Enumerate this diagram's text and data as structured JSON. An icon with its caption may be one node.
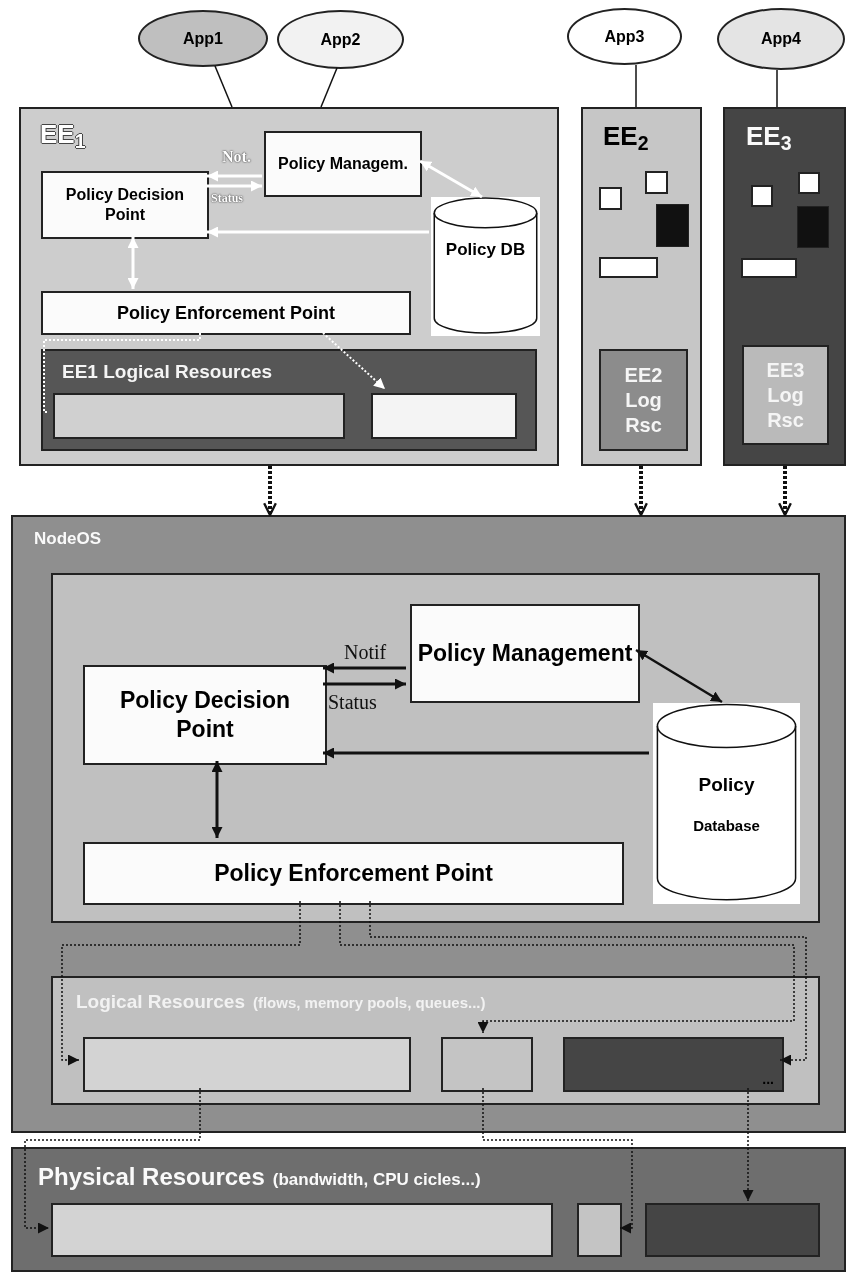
{
  "diagram": {
    "nodes": [
      {
        "text": [
          "App1"
        ]
      },
      {
        "text": [
          "App2"
        ]
      },
      {
        "text": [
          "App3"
        ]
      },
      {
        "text": [
          "App4"
        ]
      },
      {
        "text": [
          "EE$_{1}$"
        ]
      },
      {
        "text": [
          "Policy Managem."
        ],
        "in": 4
      },
      {
        "text": [
          "Policy Decision Point"
        ],
        "in": 4
      },
      {
        "text": [
          "Policy DB"
        ],
        "in": 4
      },
      {
        "text": [
          "Policy Enforcement Point"
        ],
        "in": 4
      },
      {
        "text": [
          "EE1 Logical Resources"
        ],
        "in": 4
      },
      {
        "text": [],
        "shape": "box",
        "in": 9
      },
      {
        "text": [],
        "shape": "box",
        "in": 9
      },
      {
        "text": [
          "EE$_{2}$"
        ]
      },
      {
        "text": [],
        "shape": "box",
        "in": 12
      },
      {
        "text": [],
        "shape": "box",
        "in": 12
      },
      {
        "text": [],
        "shape": "box",
        "in": 12
      },
      {
        "text": [],
        "shape": "box",
        "in": 12
      },
      {
        "text": [
          "EE2 Log Rsc"
        ],
        "in": 12
      },
      {
        "text": [
          "EE$_{3}$"
        ]
      },
      {
        "text": [],
        "shape": "box",
        "in": 18
      },
      {
        "text": [],
        "shape": "box",
        "in": 18
      },
      {
        "text": [],
        "shape": "box",
        "in": 18
      },
      {
        "text": [],
        "shape": "box",
        "in": 18
      },
      {
        "text": [
          "EE3 Log Rsc"
        ],
        "in": 18
      },
      {
        "text": [
          "NodeOS"
        ]
      },
      {
        "text": [],
        "shape": "box",
        "in": 24
      },
      {
        "text": [
          "Policy Management"
        ],
        "in": 25
      },
      {
        "text": [
          "Policy Decision Point"
        ],
        "in": 25
      },
      {
        "text": [
          "Policy",
          "Database"
        ],
        "in": 25
      },
      {
        "text": [
          "Policy Enforcement Point"
        ],
        "in": 25
      },
      {
        "text": [
          "Logical Resources",
          "(flows, memory pools, queues...)"
        ],
        "in": 24
      },
      {
        "text": [],
        "shape": "box",
        "in": 30
      },
      {
        "text": [],
        "shape": "box",
        "in": 30
      },
      {
        "text": [
          "..."
        ],
        "in": 30
      },
      {
        "text": [
          "Physical Resources",
          "(bandwidth, CPU cicles...)"
        ]
      },
      {
        "text": [],
        "shape": "box",
        "in": 34
      },
      {
        "text": [],
        "shape": "box",
        "in": 34
      },
      {
        "text": [],
        "shape": "box",
        "in": 34
      }
    ],
    "edges": [
      {
        "from": 0,
        "to": 4,
        "arrow": "none"
      },
      {
        "from": 1,
        "to": 4,
        "arrow": "none"
      },
      {
        "from": 2,
        "to": 12,
        "arrow": "none"
      },
      {
        "from": 3,
        "to": 18,
        "arrow": "none"
      },
      {
        "from": 5,
        "to": 6,
        "arrow": "to",
        "label": "Not.",
        "color": "#ffffff"
      },
      {
        "from": 6,
        "to": 5,
        "arrow": "to",
        "label": "Status",
        "color": "#ffffff"
      },
      {
        "from": 5,
        "to": 7,
        "arrow": "both",
        "color": "#ffffff"
      },
      {
        "from": 7,
        "to": 6,
        "arrow": "to",
        "color": "#ffffff"
      },
      {
        "from": 6,
        "to": 8,
        "arrow": "both",
        "color": "#ffffff"
      },
      {
        "from": 8,
        "to": 10,
        "arrow": "none",
        "style": "dashed",
        "color": "#ffffff"
      },
      {
        "from": 8,
        "to": 11,
        "arrow": "to",
        "style": "dashed",
        "color": "#ffffff"
      },
      {
        "from": 4,
        "to": 24,
        "arrow": "to",
        "style": "dashed"
      },
      {
        "from": 12,
        "to": 24,
        "arrow": "to",
        "style": "dashed"
      },
      {
        "from": 18,
        "to": 24,
        "arrow": "to",
        "style": "dashed"
      },
      {
        "from": 26,
        "to": 27,
        "arrow": "to",
        "label": "Notif"
      },
      {
        "from": 27,
        "to": 26,
        "arrow": "to",
        "label": "Status"
      },
      {
        "from": 26,
        "to": 28,
        "arrow": "both"
      },
      {
        "from": 28,
        "to": 27,
        "arrow": "to"
      },
      {
        "from": 27,
        "to": 29,
        "arrow": "both"
      },
      {
        "from": 29,
        "to": 31,
        "arrow": "to",
        "style": "dashed"
      },
      {
        "from": 29,
        "to": 32,
        "arrow": "to",
        "style": "dashed"
      },
      {
        "from": 29,
        "to": 33,
        "arrow": "to",
        "style": "dashed"
      },
      {
        "from": 31,
        "to": 35,
        "arrow": "to",
        "style": "dashed"
      },
      {
        "from": 32,
        "to": 36,
        "arrow": "to",
        "style": "dashed"
      },
      {
        "from": 33,
        "to": 37,
        "arrow": "to",
        "style": "dashed"
      }
    ]
  }
}
